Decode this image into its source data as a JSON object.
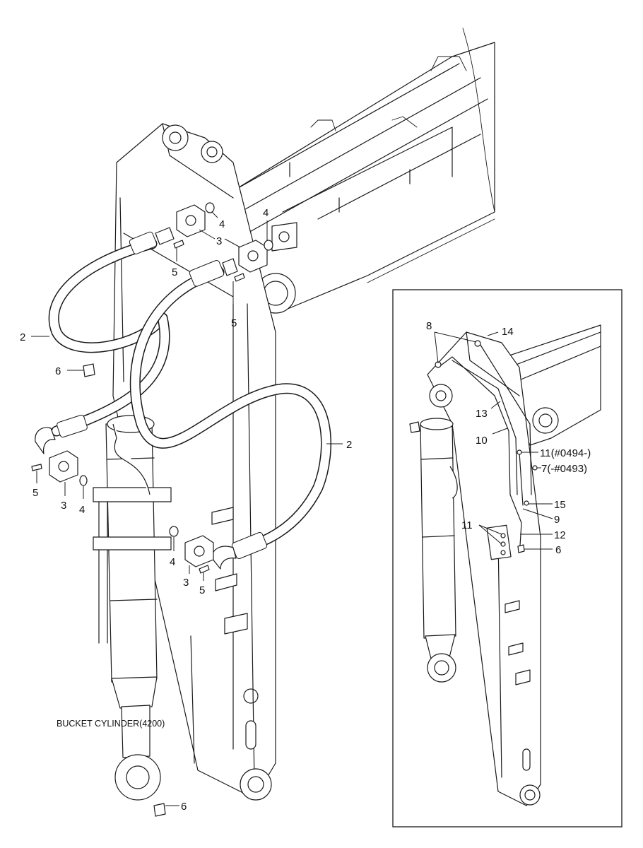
{
  "main_view": {
    "caption": "BUCKET CYLINDER(4200)",
    "labels": [
      {
        "id": "hose-left",
        "text": "2"
      },
      {
        "id": "hose-right",
        "text": "2"
      },
      {
        "id": "flange-top-a",
        "text": "3"
      },
      {
        "id": "flange-left",
        "text": "3"
      },
      {
        "id": "flange-bottom",
        "text": "3"
      },
      {
        "id": "oring-top-a",
        "text": "4"
      },
      {
        "id": "oring-top-b",
        "text": "4"
      },
      {
        "id": "oring-left",
        "text": "4"
      },
      {
        "id": "oring-bottom",
        "text": "4"
      },
      {
        "id": "bolt-top-a",
        "text": "5"
      },
      {
        "id": "bolt-top-b",
        "text": "5"
      },
      {
        "id": "bolt-left",
        "text": "5"
      },
      {
        "id": "bolt-bottom",
        "text": "5"
      },
      {
        "id": "fitting-upper",
        "text": "6"
      },
      {
        "id": "fitting-lower",
        "text": "6"
      }
    ]
  },
  "inset_view": {
    "labels": [
      {
        "id": "inset-8",
        "text": "8"
      },
      {
        "id": "inset-14",
        "text": "14"
      },
      {
        "id": "inset-13",
        "text": "13"
      },
      {
        "id": "inset-10",
        "text": "10"
      },
      {
        "id": "inset-11-serial",
        "text": "11(#0494-)"
      },
      {
        "id": "inset-7-serial",
        "text": "7(-#0493)"
      },
      {
        "id": "inset-15",
        "text": "15"
      },
      {
        "id": "inset-9",
        "text": "9"
      },
      {
        "id": "inset-11",
        "text": "11"
      },
      {
        "id": "inset-12",
        "text": "12"
      },
      {
        "id": "inset-6",
        "text": "6"
      }
    ]
  }
}
